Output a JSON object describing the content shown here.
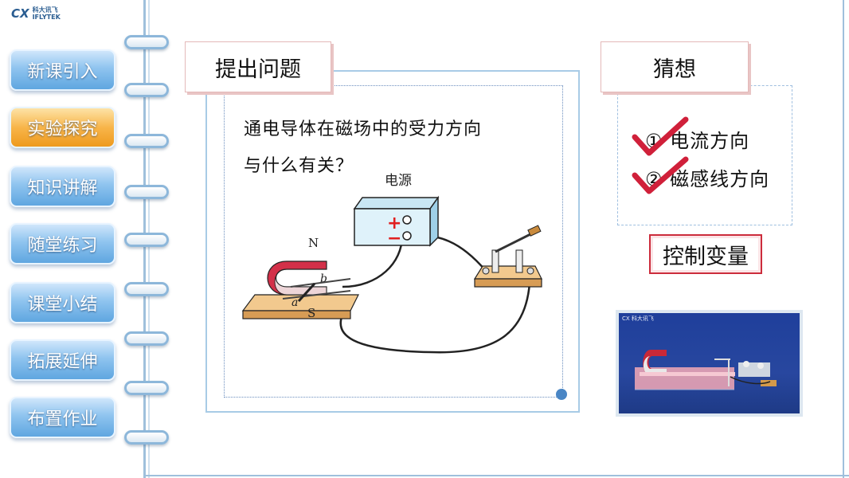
{
  "logo": {
    "mark": "CX",
    "cn": "科大讯飞",
    "en": "IFLYTEK"
  },
  "nav": [
    {
      "label": "新课引入",
      "active": false
    },
    {
      "label": "实验探究",
      "active": true
    },
    {
      "label": "知识讲解",
      "active": false
    },
    {
      "label": "随堂练习",
      "active": false
    },
    {
      "label": "课堂小结",
      "active": false
    },
    {
      "label": "拓展延伸",
      "active": false
    },
    {
      "label": "布置作业",
      "active": false
    }
  ],
  "question": {
    "title": "提出问题",
    "line1": "通电导体在磁场中的受力方向",
    "line2": "与什么有关？"
  },
  "diagram": {
    "power_label": "电源",
    "plus": "+",
    "minus": "−",
    "pole_n": "N",
    "pole_s": "S",
    "label_a": "a",
    "label_b": "b"
  },
  "guess": {
    "title": "猜想",
    "items": [
      "① 电流方向",
      "② 磁感线方向"
    ]
  },
  "control_label": "控制变量",
  "video": {
    "logo": "CX 科大讯飞"
  },
  "colors": {
    "accent_blue": "#5fa6e0",
    "active_orange": "#ee9a1e",
    "check_red": "#d0203a",
    "frame": "#9fc0dc"
  }
}
